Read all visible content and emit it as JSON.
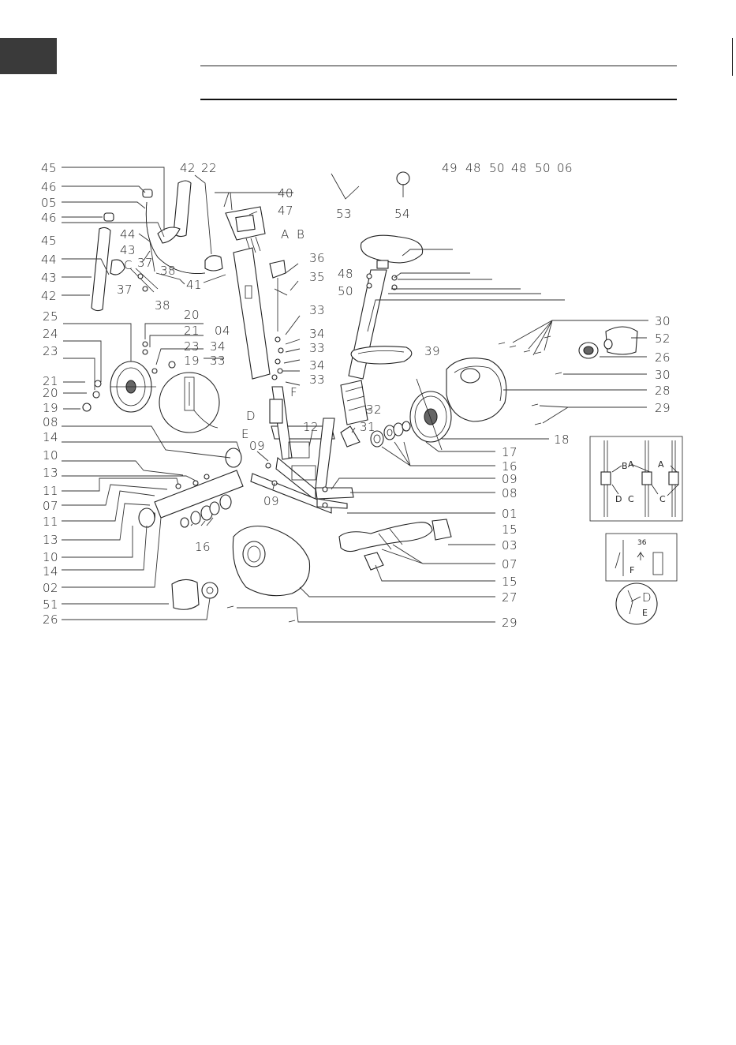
{
  "diagram": {
    "callouts": {
      "c01": "01",
      "c02": "02",
      "c03": "03",
      "c04": "04",
      "c05": "05",
      "c06": "06",
      "c07": "07",
      "c08": "08",
      "c09": "09",
      "c10": "10",
      "c11": "11",
      "c12": "12",
      "c13": "13",
      "c14": "14",
      "c15": "15",
      "c16": "16",
      "c17": "17",
      "c18": "18",
      "c19": "19",
      "c20": "20",
      "c21": "21",
      "c22": "22",
      "c23": "23",
      "c24": "24",
      "c25": "25",
      "c26": "26",
      "c27": "27",
      "c28": "28",
      "c29": "29",
      "c30": "30",
      "c31": "31",
      "c32": "32",
      "c33": "33",
      "c34": "34",
      "c35": "35",
      "c36": "36",
      "c37": "37",
      "c38": "38",
      "c39": "39",
      "c40": "40",
      "c41": "41",
      "c42": "42",
      "c43": "43",
      "c44": "44",
      "c45": "45",
      "c46": "46",
      "c47": "47",
      "c48": "48",
      "c49": "49",
      "c50": "50",
      "c51": "51",
      "c52": "52",
      "c53": "53",
      "c54": "54",
      "cA": "A",
      "cB": "B",
      "cC": "C",
      "cD": "D",
      "cE": "E",
      "cF": "F"
    }
  }
}
